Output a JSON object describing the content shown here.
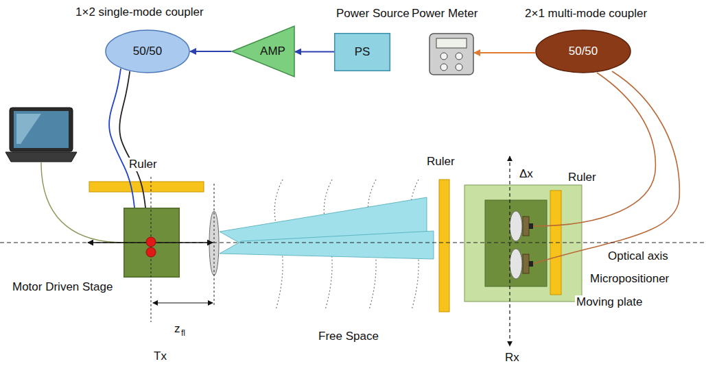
{
  "diagram": {
    "nodes": [
      {
        "text": [
          "1×2 single-mode coupler",
          "50/50"
        ]
      },
      {
        "text": [
          "AMP"
        ]
      },
      {
        "text": [
          "Power Source",
          "PS"
        ]
      },
      {
        "text": [
          "Power Meter"
        ]
      },
      {
        "text": [
          "2×1 multi-mode coupler",
          "50/50"
        ]
      },
      {
        "text": [
          "Motor Driven Stage"
        ]
      }
    ],
    "edges": [
      {
        "from": 2,
        "to": 1,
        "arrow": "to"
      },
      {
        "from": 1,
        "to": 0,
        "arrow": "to"
      },
      {
        "from": 0,
        "to": 5,
        "arrow": "none"
      },
      {
        "from": 0,
        "to": 5,
        "arrow": "none"
      },
      {
        "from": 4,
        "to": 3,
        "arrow": "to"
      }
    ],
    "labels": [
      "Ruler",
      "Ruler",
      "Δx",
      "Ruler",
      "Optical axis",
      "Micropositioner",
      "Moving plate",
      "Rx",
      "Tx",
      "z",
      "fl",
      "Free Space"
    ]
  }
}
